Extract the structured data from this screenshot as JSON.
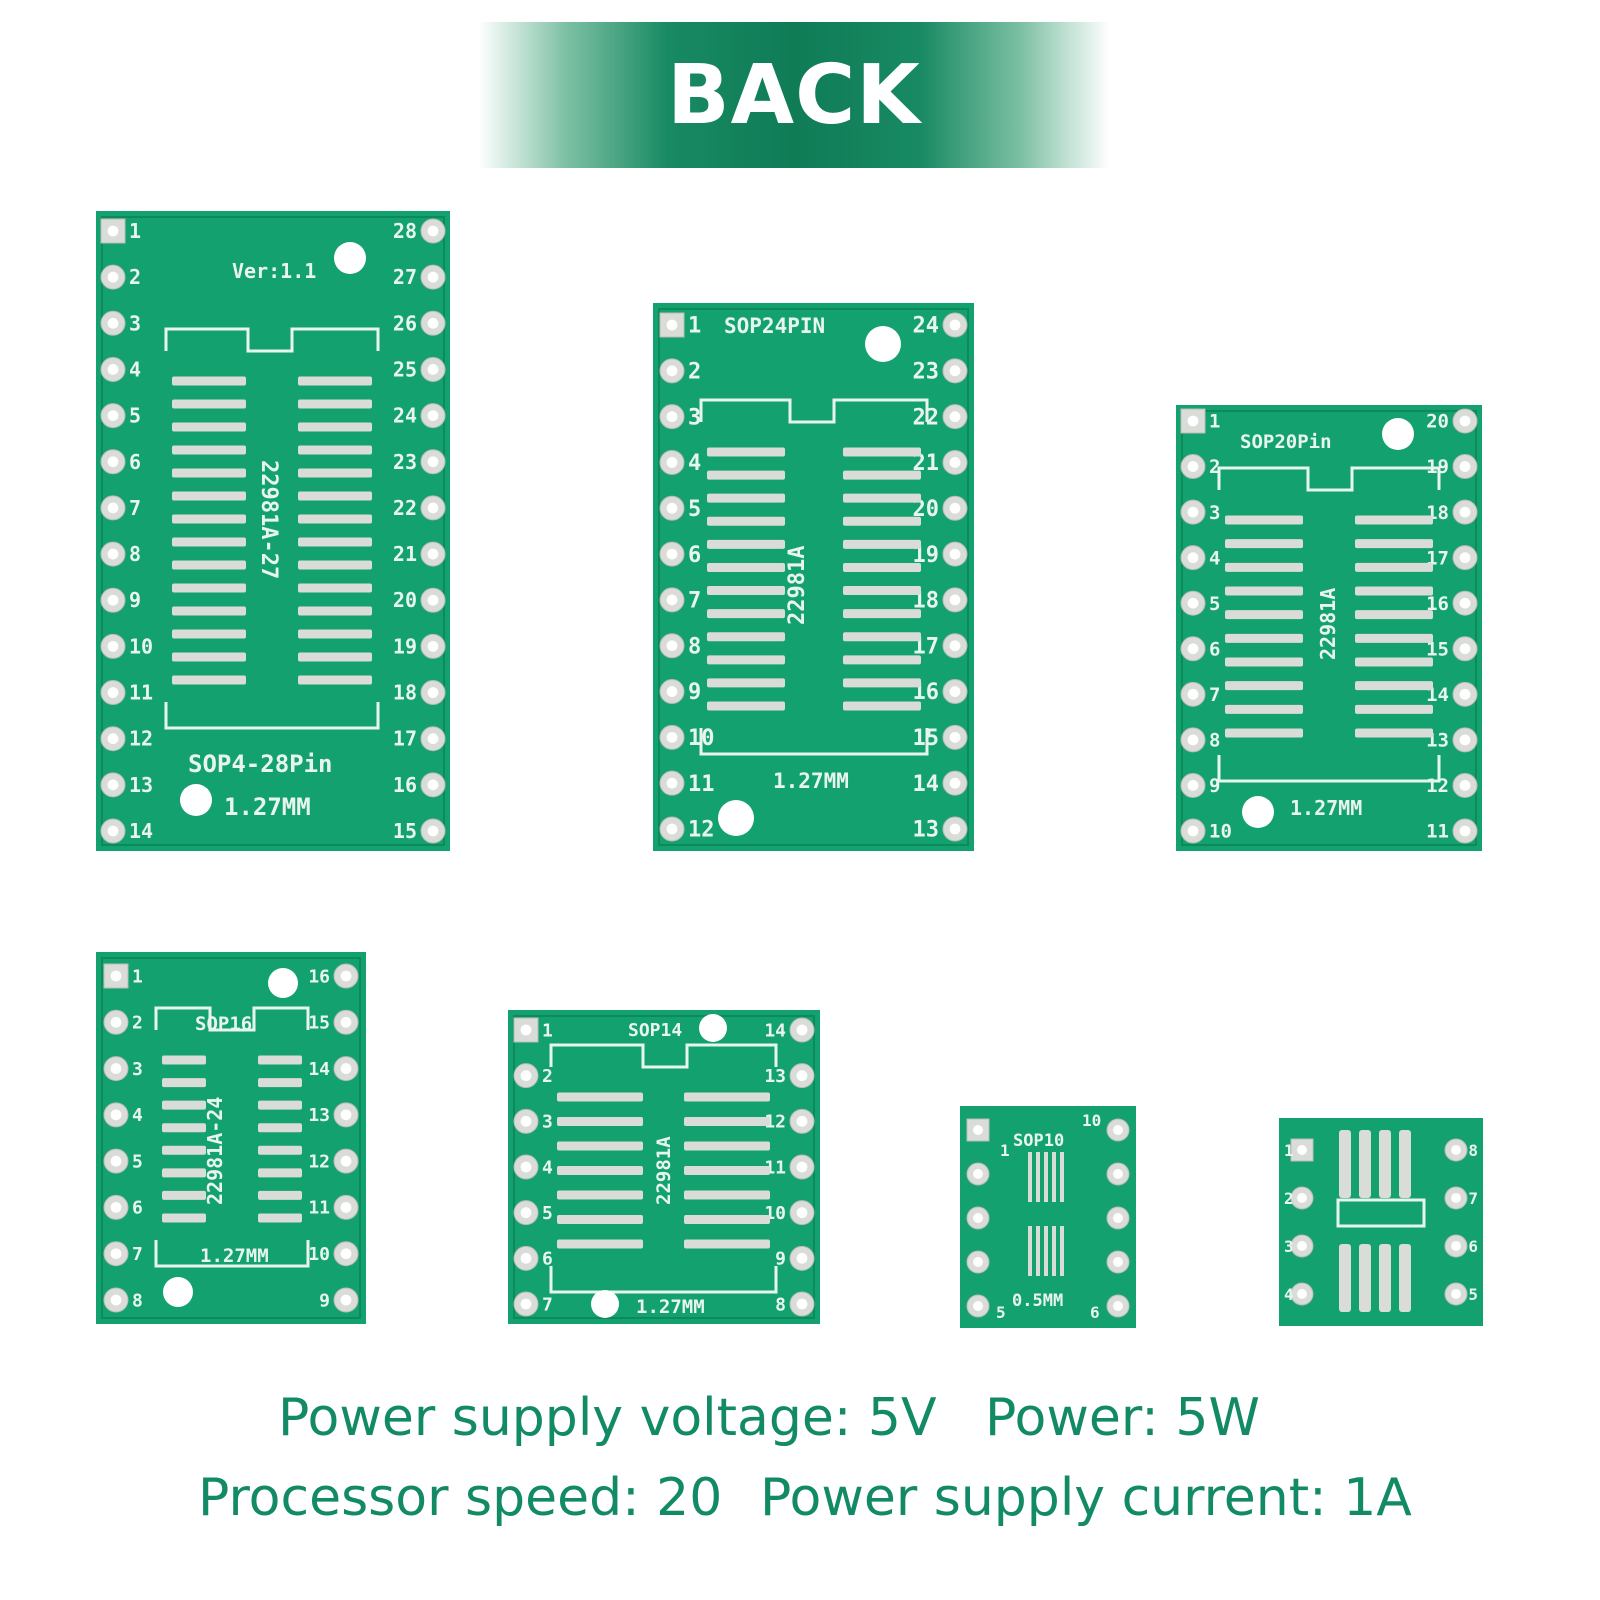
{
  "banner": {
    "text": "BACK"
  },
  "colors": {
    "pcb": "#13a26f",
    "pcb_dark": "#0d8a5c",
    "silkscreen": "#e8f5ee",
    "pad": "#d9dcd7",
    "banner": "#0f7c56",
    "spec_text": "#138a66"
  },
  "boards": [
    {
      "id": "sop28",
      "pins": 28,
      "labels": [
        "Ver:1.1",
        "22981A-27",
        "SOP4-28Pin",
        "1.27MM"
      ]
    },
    {
      "id": "sop24",
      "pins": 24,
      "labels": [
        "SOP24PIN",
        "22981A",
        "1.27MM"
      ]
    },
    {
      "id": "sop20",
      "pins": 20,
      "labels": [
        "SOP20Pin",
        "22981A",
        "1.27MM"
      ]
    },
    {
      "id": "sop16",
      "pins": 16,
      "labels": [
        "SOP16",
        "22981A-24",
        "1.27MM"
      ]
    },
    {
      "id": "sop14",
      "pins": 14,
      "labels": [
        "SOP14",
        "22981A",
        "1.27MM"
      ]
    },
    {
      "id": "sop10",
      "pins": 10,
      "labels": [
        "SOP10",
        "0.5MM"
      ]
    },
    {
      "id": "sop8",
      "pins": 8,
      "labels": []
    }
  ],
  "specs": {
    "line1_left": "Power supply voltage: 5V",
    "line1_right": "Power: 5W",
    "line2_left": "Processor speed: 20",
    "line2_right": "Power supply current: 1A"
  }
}
